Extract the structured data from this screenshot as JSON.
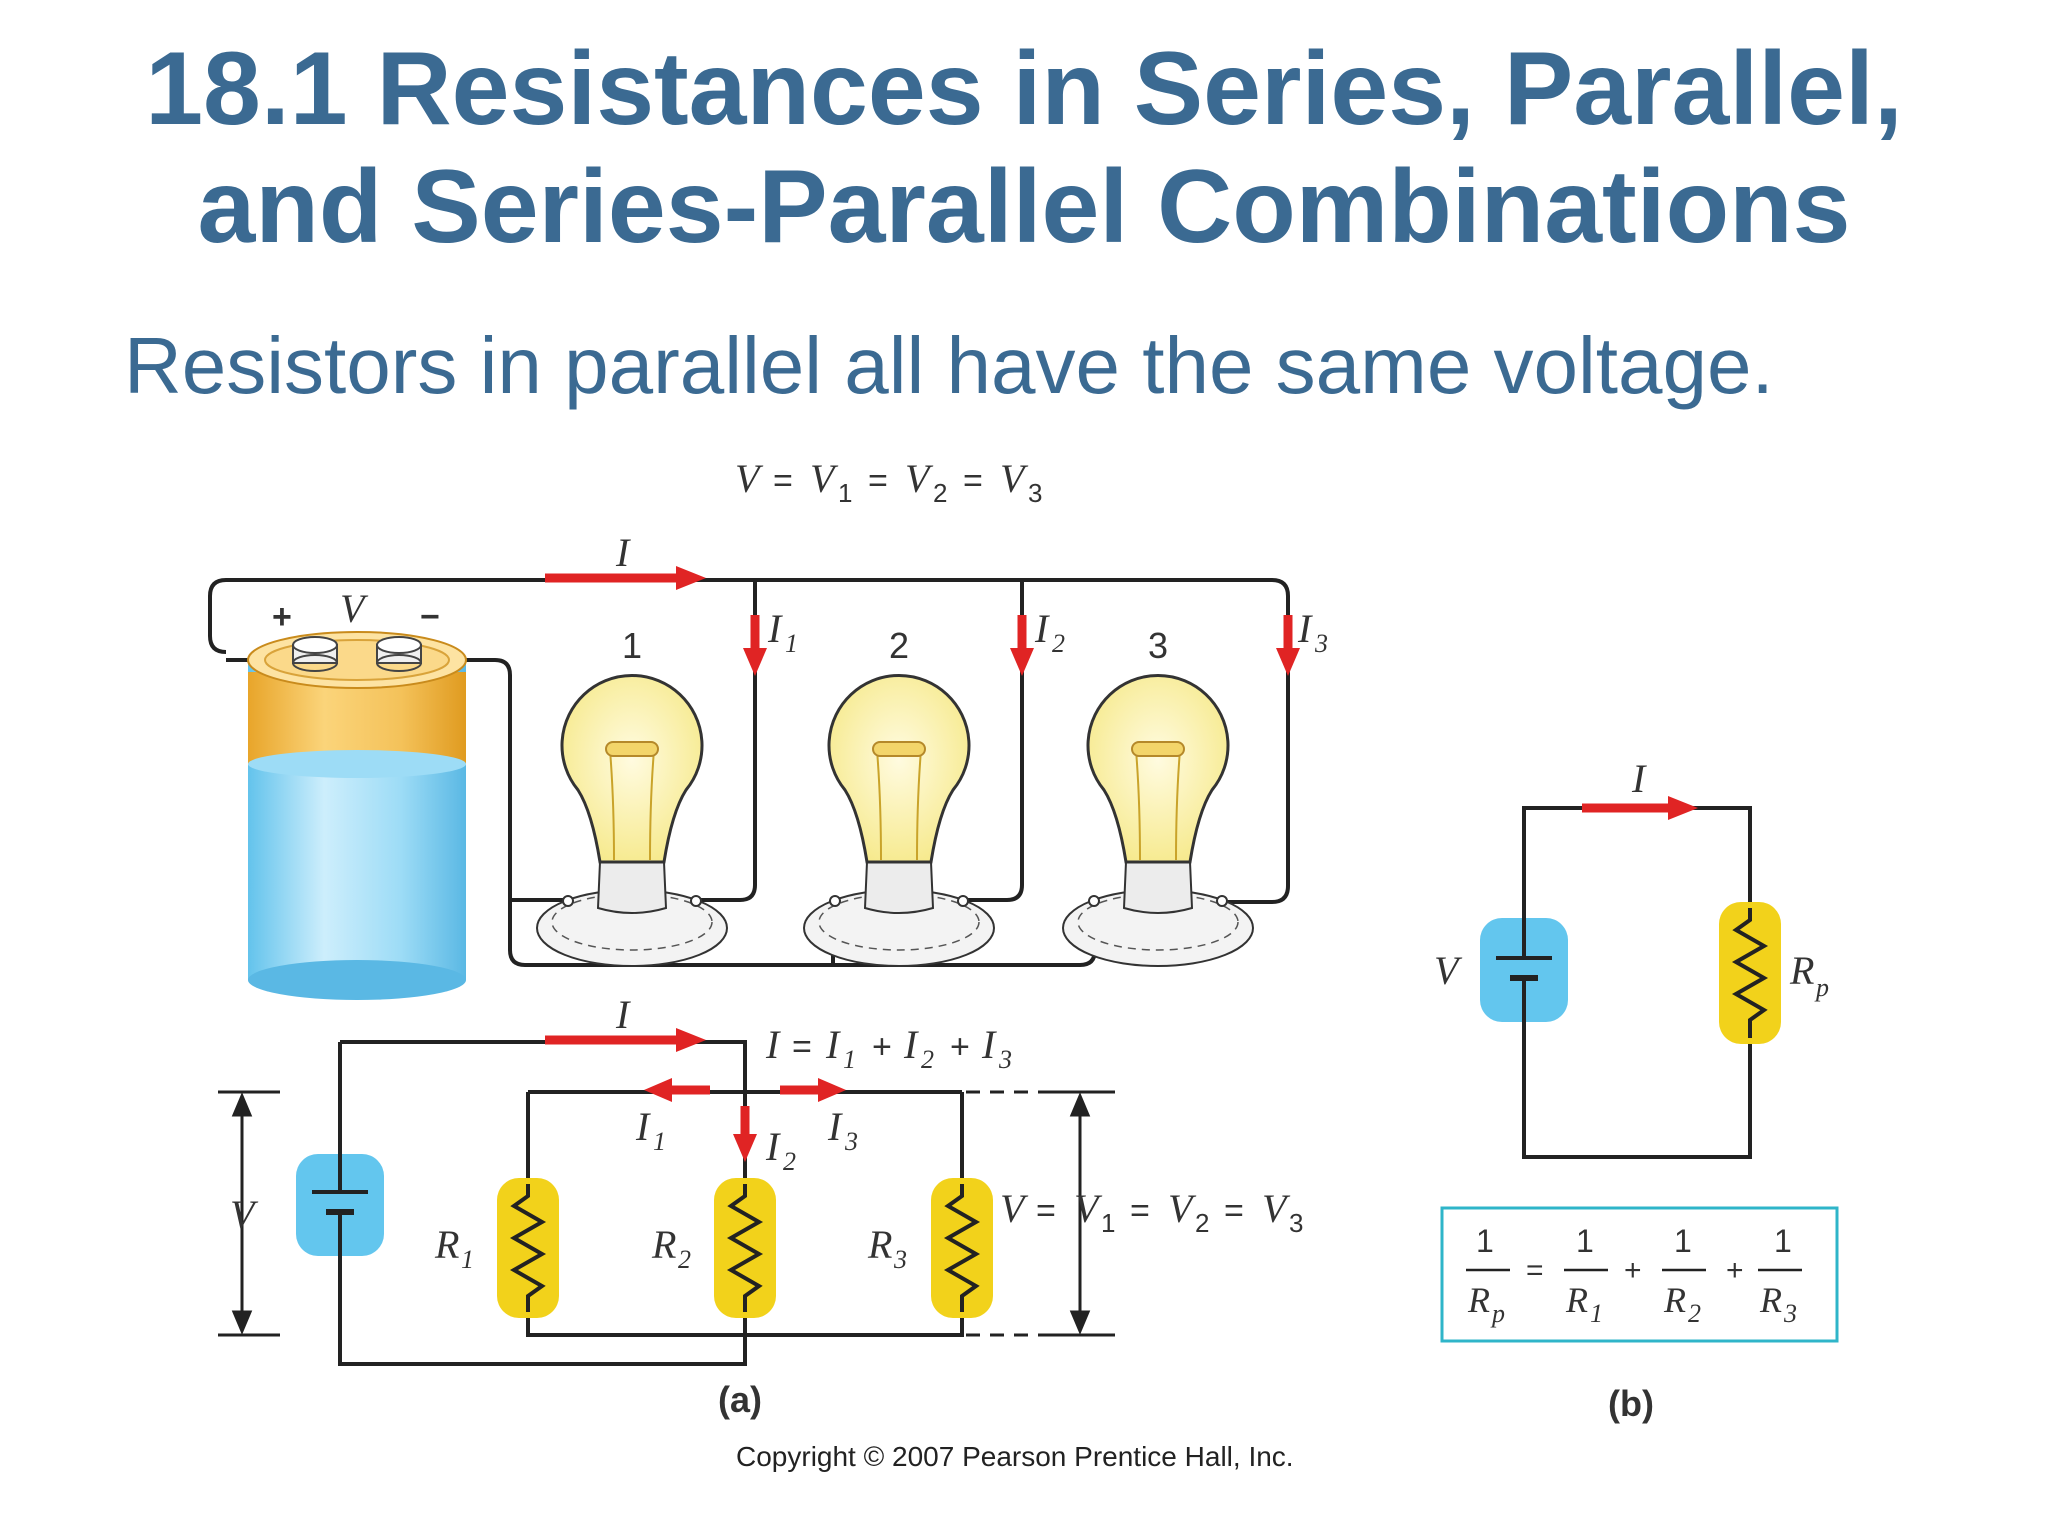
{
  "slide": {
    "title_line1": "18.1 Resistances in Series, Parallel,",
    "title_line2": "and Series-Parallel Combinations",
    "subtitle": "Resistors in parallel all have the same voltage."
  },
  "figure": {
    "top_equation": {
      "V": "V",
      "V1": "V",
      "V2": "V",
      "V3": "V",
      "s1": "1",
      "s2": "2",
      "s3": "3",
      "eq": "="
    },
    "battery": {
      "plus": "+",
      "minus": "−",
      "label": "V"
    },
    "currents": {
      "I": "I",
      "I1": "I",
      "I2": "I",
      "I3": "I",
      "sub1": "1",
      "sub2": "2",
      "sub3": "3"
    },
    "bulbs": [
      "1",
      "2",
      "3"
    ],
    "schematic_a": {
      "sum_eq": {
        "I": "I",
        "eq": "=",
        "plus": "+",
        "I1": "I",
        "I2": "I",
        "I3": "I",
        "s1": "1",
        "s2": "2",
        "s3": "3"
      },
      "V_label": "V",
      "resistors": [
        {
          "R": "R",
          "sub": "1"
        },
        {
          "R": "R",
          "sub": "2"
        },
        {
          "R": "R",
          "sub": "3"
        }
      ],
      "caption": "(a)"
    },
    "schematic_b": {
      "I": "I",
      "V": "V",
      "Rp": "R",
      "Rp_sub": "p",
      "formula": {
        "one": "1",
        "eq": "=",
        "plus": "+",
        "R": "R",
        "p": "p",
        "s1": "1",
        "s2": "2",
        "s3": "3"
      },
      "caption": "(b)"
    },
    "copyright": "Copyright © 2007 Pearson Prentice Hall, Inc."
  },
  "colors": {
    "title": "#3b6a92",
    "wire": "#222222",
    "arrow": "#e02424",
    "resistor_fill": "#f2d21b",
    "battery_fill": "#63c6ee",
    "formula_border": "#2fb5c9"
  }
}
